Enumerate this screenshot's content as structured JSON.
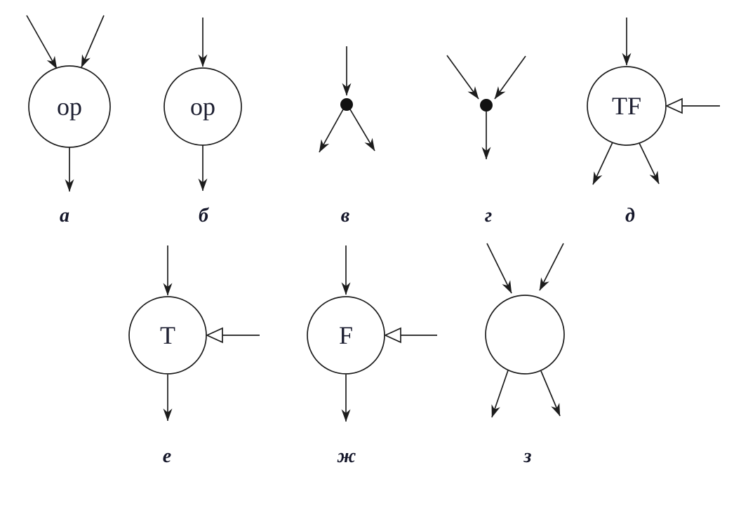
{
  "figure": {
    "background": "#ffffff",
    "line_color": "#1c1c1c",
    "node_label_color": "#1d1f31",
    "caption_color": "#15172a",
    "diagrams": [
      {
        "key": "a",
        "caption": "а",
        "node": "circle",
        "node_label": "op",
        "inputs": 2,
        "outputs": 1,
        "control_inputs": 0
      },
      {
        "key": "b",
        "caption": "б",
        "node": "circle",
        "node_label": "op",
        "inputs": 1,
        "outputs": 1,
        "control_inputs": 0
      },
      {
        "key": "v",
        "caption": "в",
        "node": "dot",
        "node_label": "",
        "inputs": 1,
        "outputs": 2,
        "control_inputs": 0
      },
      {
        "key": "g",
        "caption": "г",
        "node": "dot",
        "node_label": "",
        "inputs": 2,
        "outputs": 1,
        "control_inputs": 0
      },
      {
        "key": "d",
        "caption": "д",
        "node": "circle",
        "node_label": "TF",
        "inputs": 1,
        "outputs": 2,
        "control_inputs": 1
      },
      {
        "key": "e",
        "caption": "е",
        "node": "circle",
        "node_label": "T",
        "inputs": 1,
        "outputs": 1,
        "control_inputs": 1
      },
      {
        "key": "zh",
        "caption": "ж",
        "node": "circle",
        "node_label": "F",
        "inputs": 1,
        "outputs": 1,
        "control_inputs": 1
      },
      {
        "key": "z",
        "caption": "з",
        "node": "circle",
        "node_label": "",
        "inputs": 2,
        "outputs": 2,
        "control_inputs": 0
      }
    ]
  }
}
